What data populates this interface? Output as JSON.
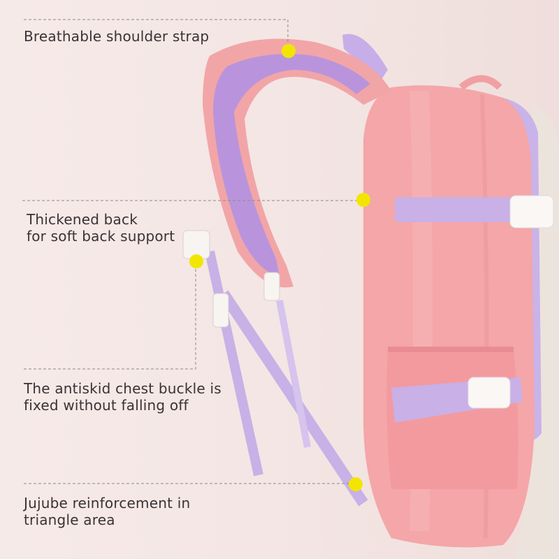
{
  "annotations": [
    {
      "text": "Breathable shoulder strap"
    },
    {
      "line1": "Thickened back",
      "line2": "for soft back support"
    },
    {
      "line1": "The antiskid chest buckle is",
      "line2": "fixed without falling off"
    },
    {
      "line1": "Jujube reinforcement in",
      "line2": "triangle area"
    }
  ],
  "colors": {
    "background": "#f5e8e6",
    "bag_pink": "#f4a3a6",
    "strap_lavender": "#c9b0e6",
    "marker_yellow": "#f2e600",
    "guide_line": "#8a8a8a",
    "text": "#3b3236"
  }
}
